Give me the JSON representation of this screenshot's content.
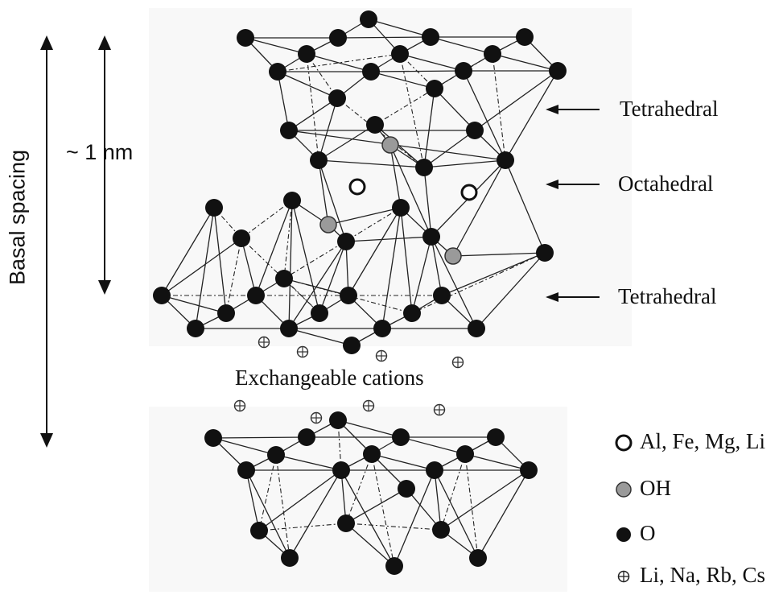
{
  "dimension_labels": {
    "basal_spacing": "Basal spacing",
    "layer_thickness": "~ 1 nm"
  },
  "layer_labels": {
    "top_tetrahedral": "Tetrahedral",
    "octahedral": "Octahedral",
    "bottom_tetrahedral": "Tetrahedral"
  },
  "interlayer_label": "Exchangeable cations",
  "legend": [
    {
      "symbol": "open-circle",
      "label": "Al, Fe, Mg, Li"
    },
    {
      "symbol": "grey-circle",
      "label": "OH"
    },
    {
      "symbol": "black-circle",
      "label": "O"
    },
    {
      "symbol": "crossed-circle",
      "label": "Li, Na, Rb, Cs"
    }
  ],
  "colors": {
    "oxygen": "#111111",
    "hydroxyl": "#9a9a9a",
    "octahedral_cation": "#ffffff",
    "bond": "#222222"
  }
}
